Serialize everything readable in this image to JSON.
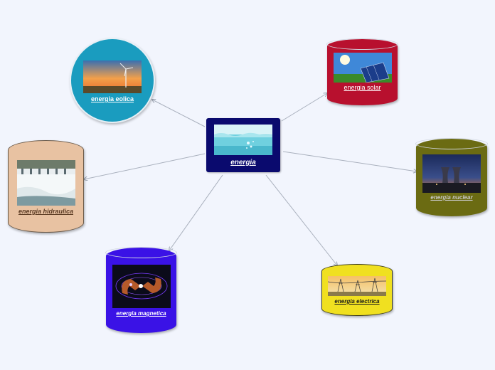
{
  "diagram": {
    "center": {
      "label": "energia",
      "color": "#0a0a6e"
    },
    "nodes": [
      {
        "id": "eolica",
        "label": "energia eolica",
        "color": "#1a9cbf",
        "shape": "circle"
      },
      {
        "id": "solar",
        "label": "energia solar",
        "color": "#b8102e",
        "shape": "cylinder"
      },
      {
        "id": "hidraulica",
        "label": "energia hidraulica",
        "color": "#e8c2a2",
        "shape": "cylinder"
      },
      {
        "id": "nuclear",
        "label": "energia nuclear",
        "color": "#6b6b12",
        "shape": "cylinder"
      },
      {
        "id": "magnetica",
        "label": "energia magnetica",
        "color": "#3a12e6",
        "shape": "cylinder"
      },
      {
        "id": "electrica",
        "label": "energia electrica",
        "color": "#f0e020",
        "shape": "cylinder"
      }
    ]
  }
}
